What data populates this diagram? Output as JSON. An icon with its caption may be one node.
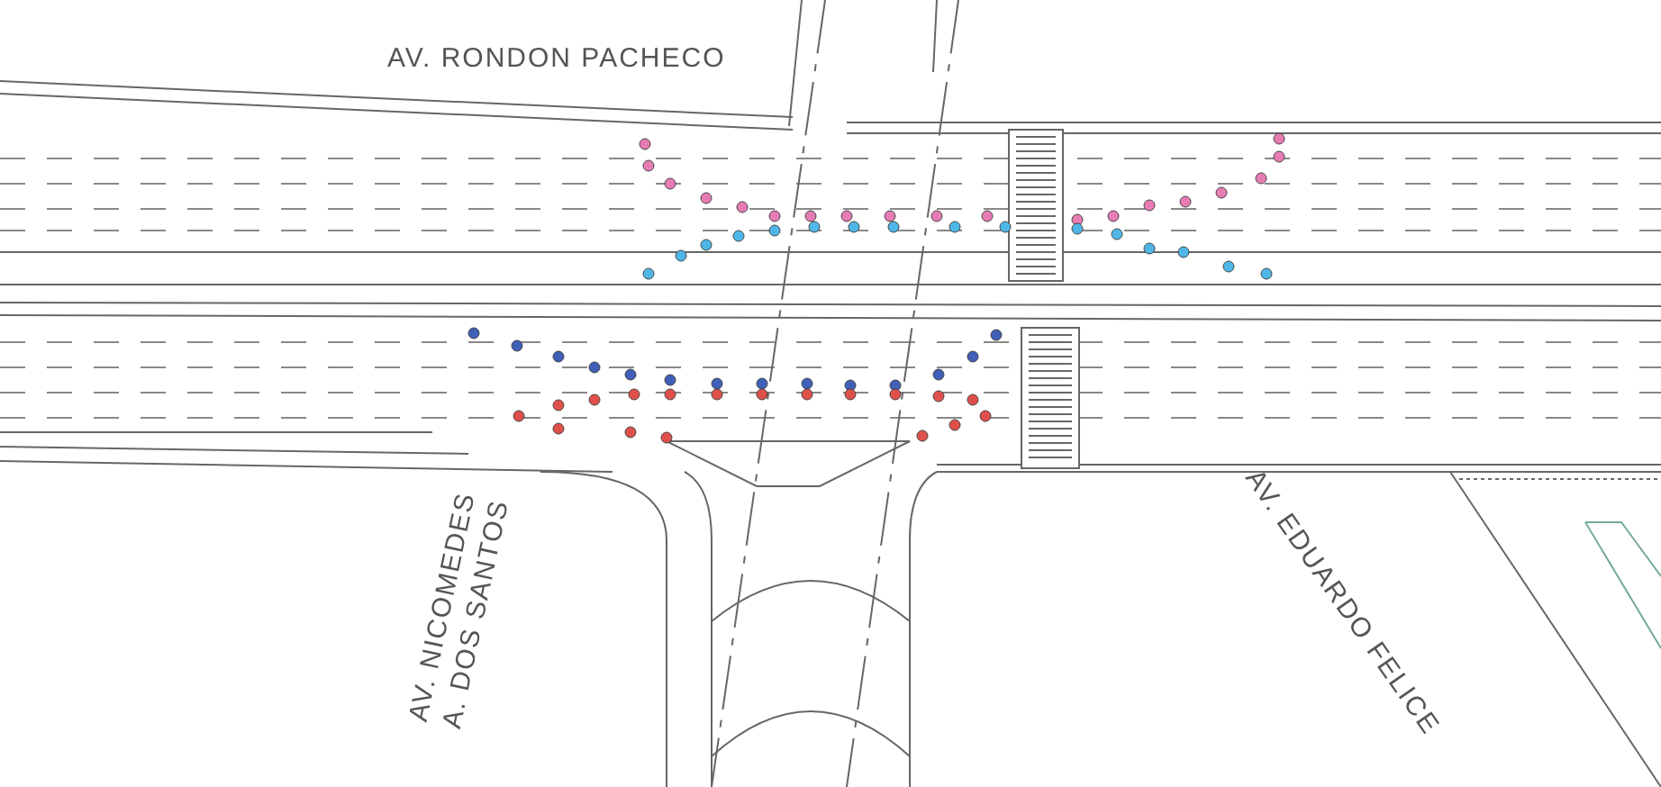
{
  "diagram": {
    "labels": [
      "AV. RONDON PACHECO",
      "AV. NICOMEDES A. DOS SANTOS",
      "AV. EDUARDO FELICE"
    ]
  }
}
